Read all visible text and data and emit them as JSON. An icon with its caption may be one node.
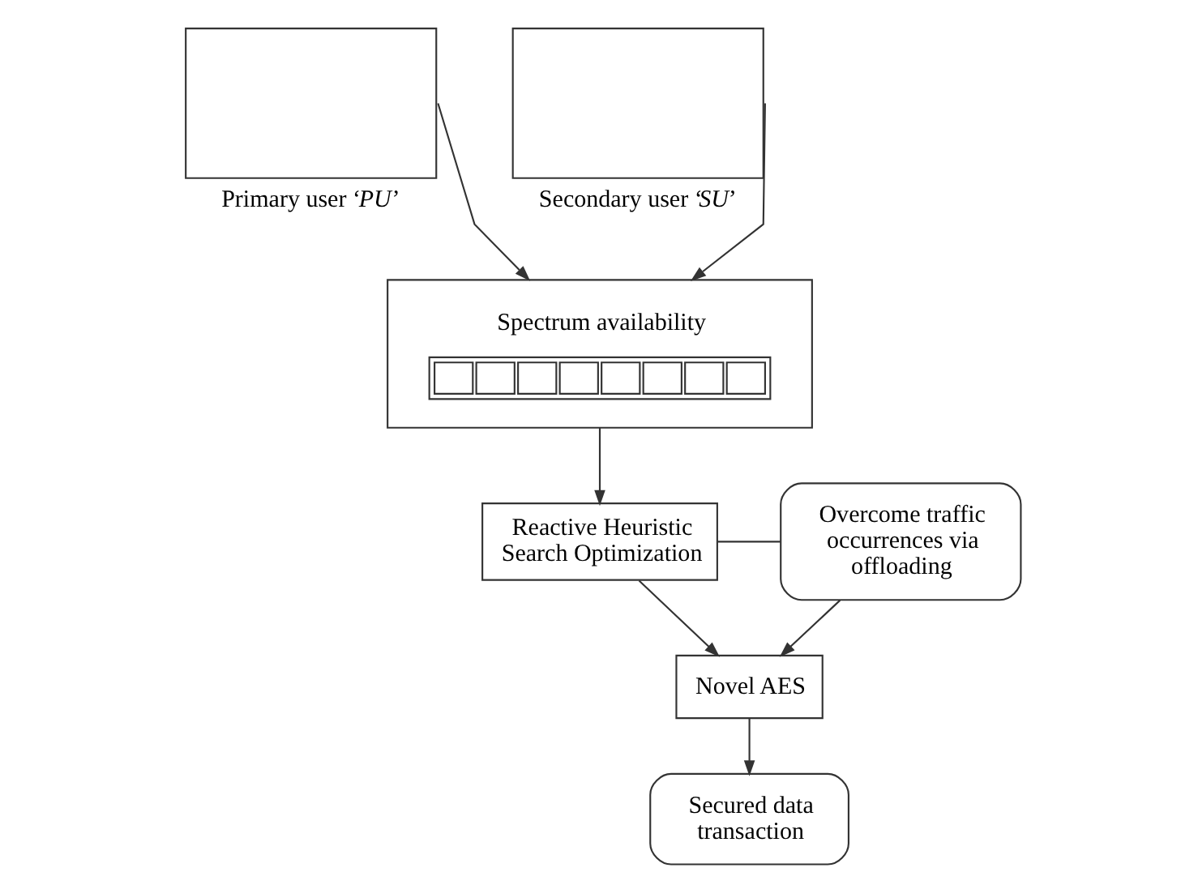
{
  "diagram": {
    "nodes": [
      {
        "text": [],
        "shape": "box",
        "beside": [
          "Primary user ‘*PU*’"
        ]
      },
      {
        "text": [],
        "shape": "box",
        "beside": [
          "Secondary user ‘*SU*’"
        ]
      },
      {
        "text": [
          "Spectrum availability"
        ]
      },
      {
        "text": [
          "Reactive Heuristic Search Optimization"
        ]
      },
      {
        "text": [
          "Overcome traffic occurrences via offloading"
        ]
      },
      {
        "text": [
          "Novel AES"
        ]
      },
      {
        "text": [
          "Secured data transaction"
        ]
      }
    ],
    "edges": [
      {
        "from": 0,
        "to": 2,
        "arrow": "to"
      },
      {
        "from": 1,
        "to": 2,
        "arrow": "to"
      },
      {
        "from": 2,
        "to": 3,
        "arrow": "to"
      },
      {
        "from": 3,
        "to": 4,
        "arrow": "none"
      },
      {
        "from": 3,
        "to": 5,
        "arrow": "to"
      },
      {
        "from": 4,
        "to": 5,
        "arrow": "to"
      },
      {
        "from": 5,
        "to": 6,
        "arrow": "to"
      }
    ]
  }
}
